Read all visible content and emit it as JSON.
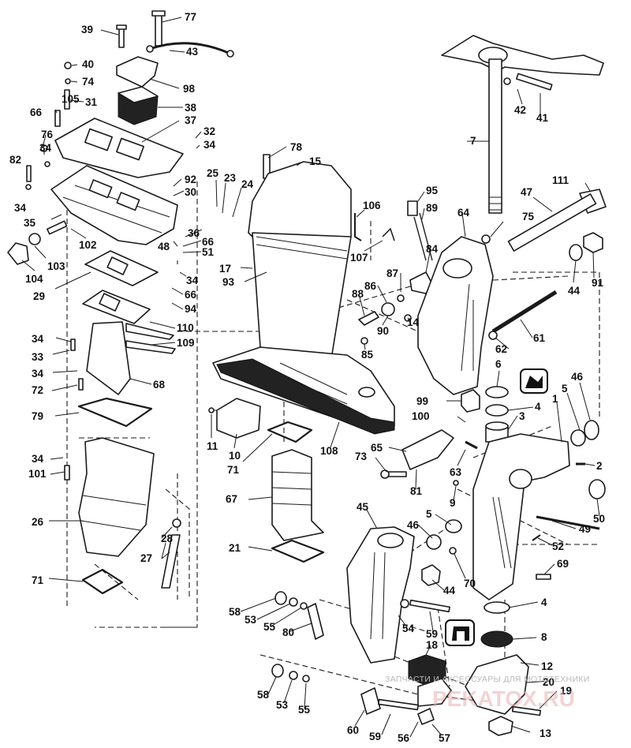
{
  "diagram": {
    "labels": [
      "77",
      "39",
      "43",
      "40",
      "74",
      "98",
      "31",
      "105",
      "66",
      "38",
      "37",
      "76",
      "34",
      "32",
      "34",
      "82",
      "92",
      "30",
      "25",
      "23",
      "24",
      "34",
      "35",
      "78",
      "15",
      "7",
      "42",
      "41",
      "95",
      "89",
      "106",
      "111",
      "47",
      "64",
      "75",
      "102",
      "36",
      "66",
      "51",
      "48",
      "103",
      "104",
      "29",
      "17",
      "93",
      "107",
      "84",
      "87",
      "86",
      "34",
      "66",
      "94",
      "88",
      "90",
      "14",
      "44",
      "91",
      "85",
      "62",
      "61",
      "110",
      "34",
      "109",
      "33",
      "34",
      "72",
      "68",
      "6",
      "46",
      "99",
      "4",
      "5",
      "79",
      "100",
      "3",
      "1",
      "11",
      "10",
      "108",
      "2",
      "71",
      "65",
      "73",
      "63",
      "81",
      "34",
      "101",
      "9",
      "67",
      "26",
      "50",
      "45",
      "46",
      "28",
      "5",
      "49",
      "52",
      "27",
      "69",
      "70",
      "71",
      "21",
      "44",
      "4",
      "58",
      "53",
      "55",
      "80",
      "54",
      "59",
      "8",
      "12",
      "18",
      "20",
      "19",
      "58",
      "53",
      "55",
      "60",
      "59",
      "56",
      "57",
      "13"
    ]
  },
  "watermark": {
    "line1": "ЗАПЧАСТИ И АКСЕССУАРЫ ДЛЯ МОТОТЕХНИКИ",
    "line2": "PEKATOX.RU"
  }
}
